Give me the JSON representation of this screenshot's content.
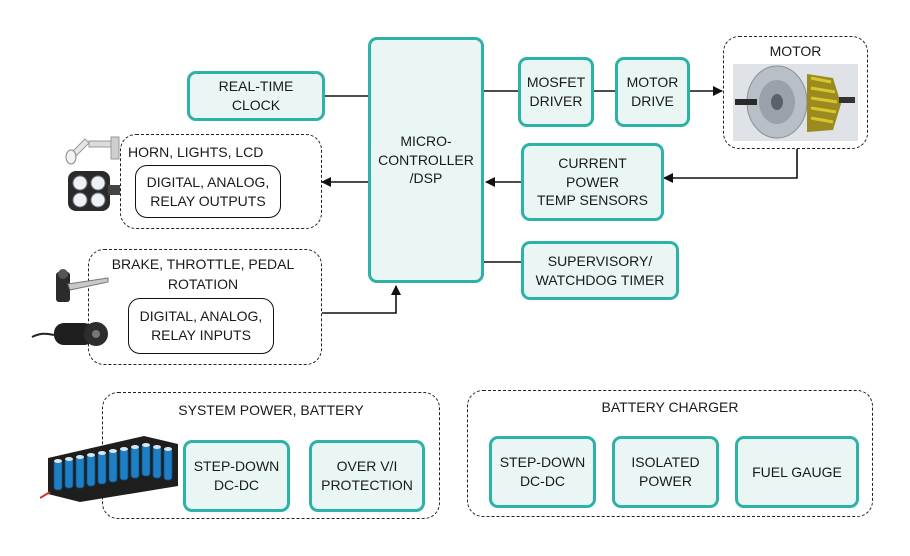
{
  "blocks": {
    "rtc": "REAL-TIME\nCLOCK",
    "mcu": "MICRO-\nCONTROLLER\n/DSP",
    "mosfet": "MOSFET\nDRIVER",
    "motor_drive": "MOTOR\nDRIVE",
    "motor": "MOTOR",
    "sensors": "CURRENT\nPOWER\nTEMP SENSORS",
    "watchdog": "SUPERVISORY/\nWATCHDOG TIMER"
  },
  "outputs": {
    "title": "HORN, LIGHTS, LCD",
    "box": "DIGITAL, ANALOG,\nRELAY OUTPUTS"
  },
  "inputs": {
    "title": "BRAKE, THROTTLE, PEDAL\nROTATION",
    "box": "DIGITAL, ANALOG,\nRELAY INPUTS"
  },
  "system_power": {
    "title": "SYSTEM POWER, BATTERY",
    "stepdown": "STEP-DOWN\nDC-DC",
    "protection": "OVER V/I\nPROTECTION"
  },
  "charger": {
    "title": "BATTERY CHARGER",
    "stepdown": "STEP-DOWN\nDC-DC",
    "isolated": "ISOLATED\nPOWER",
    "fuel": "FUEL GAUGE"
  },
  "colors": {
    "accent": "#2cb2a6",
    "box_fill": "#e9f6f4",
    "battery_cell": "#1f7fc4"
  }
}
